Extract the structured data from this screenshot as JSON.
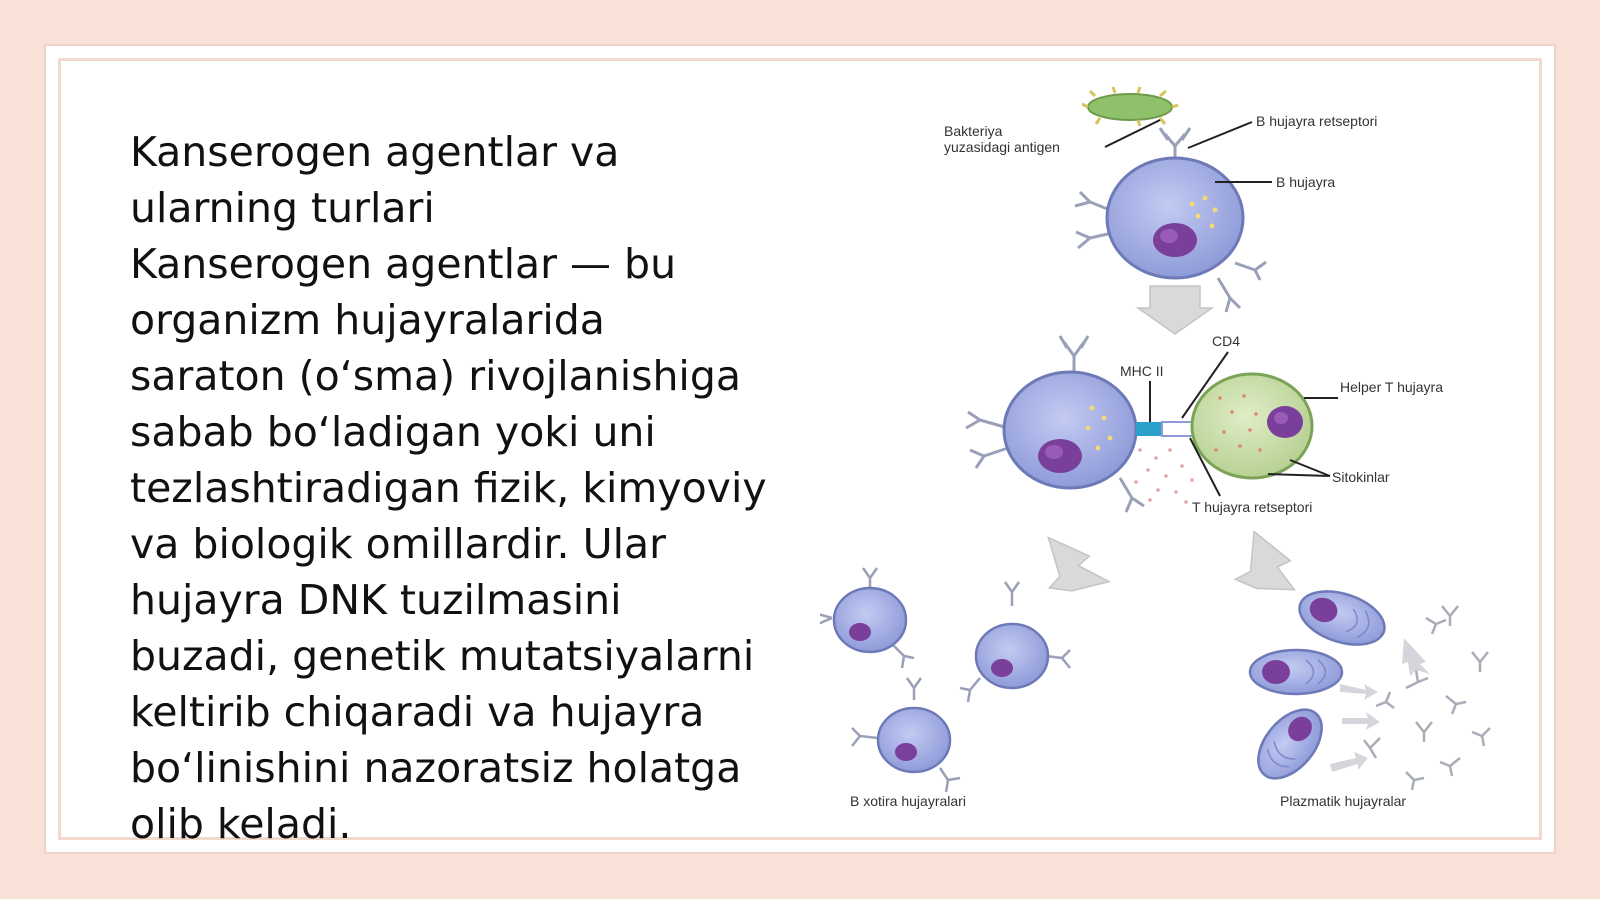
{
  "slide": {
    "title_lines": [
      "Kanserogen agentlar va",
      "ularning turlari"
    ],
    "body_lines": [
      "Kanserogen agentlar — bu",
      "organizm hujayralarida",
      "saraton (o‘sma) rivojlanishiga",
      "sabab bo‘ladigan yoki uni",
      "tezlashtiradigan fizik, kimyoviy",
      "va biologik omillardir. Ular",
      "hujayra DNK tuzilmasini",
      "buzadi, genetik mutatsiyalarni",
      "keltirib chiqaradi va hujayra",
      "bo‘linishini nazoratsiz holatga",
      "olib keladi."
    ]
  },
  "diagram": {
    "labels": {
      "antigen_line1": "Bakteriya",
      "antigen_line2": "yuzasidagi antigen",
      "b_receptor": "B hujayra retseptori",
      "b_cell": "B hujayra",
      "cd4": "CD4",
      "mhc2": "MHC II",
      "helper_t": "Helper T hujayra",
      "cytokines": "Sitokinlar",
      "t_receptor": "T hujayra retseptori",
      "memory_cells": "B xotira hujayralari",
      "plasma_cells": "Plazmatik hujayralar"
    },
    "colors": {
      "b_cell_fill": "#a9b3e6",
      "b_cell_stroke": "#6e79b8",
      "nucleus": "#7a3f9a",
      "helper_fill": "#c9dea8",
      "bacterium": "#8fc06a",
      "arrow": "#d9d9d9",
      "mhc": "#2aa0c8"
    }
  }
}
